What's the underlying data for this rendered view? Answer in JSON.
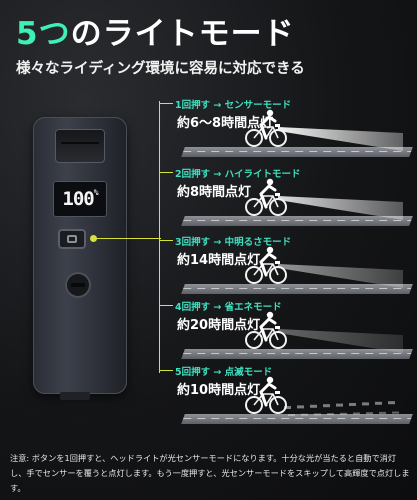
{
  "headline": {
    "accent": "5つ",
    "rest": "のライトモード"
  },
  "subtitle": "様々なライディング環境に容易に対応できる",
  "device": {
    "display": "100",
    "display_unit": "%"
  },
  "modes": [
    {
      "label": "1回押す → センサーモード",
      "time": "約6～8時間点灯",
      "beam_opacity": 0.95
    },
    {
      "label": "2回押す → ハイライトモード",
      "time": "約8時間点灯",
      "beam_opacity": 0.85
    },
    {
      "label": "3回押す → 中明るさモード",
      "time": "約14時間点灯",
      "beam_opacity": 0.55
    },
    {
      "label": "4回押す → 省エネモード",
      "time": "約20時間点灯",
      "beam_opacity": 0.35
    },
    {
      "label": "5回押す → 点滅モード",
      "time": "約10時間点灯",
      "beam_opacity": 0.5
    }
  ],
  "note": "注意: ボタンを1回押すと、ヘッドライトが光センサーモードになります。十分な光が当たると自動で消灯し、手でセンサーを覆うと点灯します。もう一度押すと、光センサーモードをスキップして高輝度で点灯します。",
  "colors": {
    "accent": "#3ff0b4",
    "mode_label": "#3fe0c0",
    "bracket": "#d6e238"
  }
}
